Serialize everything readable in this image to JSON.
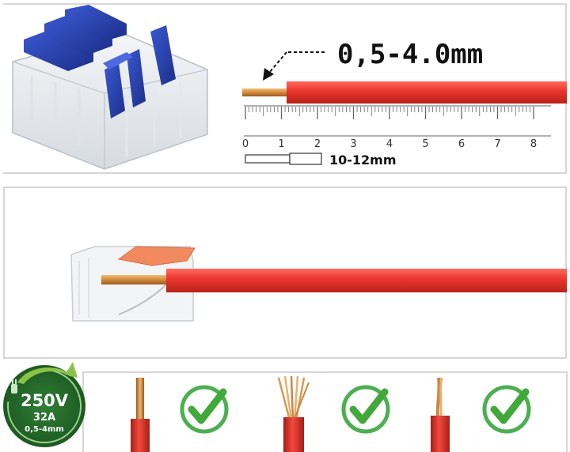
{
  "top_panel": {
    "wire_range_label": "0,5-4.0mm",
    "ruler_ticks": [
      "0",
      "1",
      "2",
      "3",
      "4",
      "5",
      "6",
      "7",
      "8"
    ],
    "strip_length_label": "10-12mm"
  },
  "badge": {
    "voltage": "250V",
    "current": "32A",
    "wire_range": "0,5-4mm"
  },
  "wire_types": [
    {
      "type": "solid",
      "check": "check-icon"
    },
    {
      "type": "stranded",
      "check": "check-icon"
    },
    {
      "type": "fine-stranded",
      "check": "check-icon"
    }
  ],
  "colors": {
    "wire_red": "#e53935",
    "copper": "#d38a3c",
    "lever_blue": "#2740a8",
    "lever_orange": "#f08a5d",
    "badge_green": "#2e7d32",
    "check_green": "#4caf50"
  }
}
